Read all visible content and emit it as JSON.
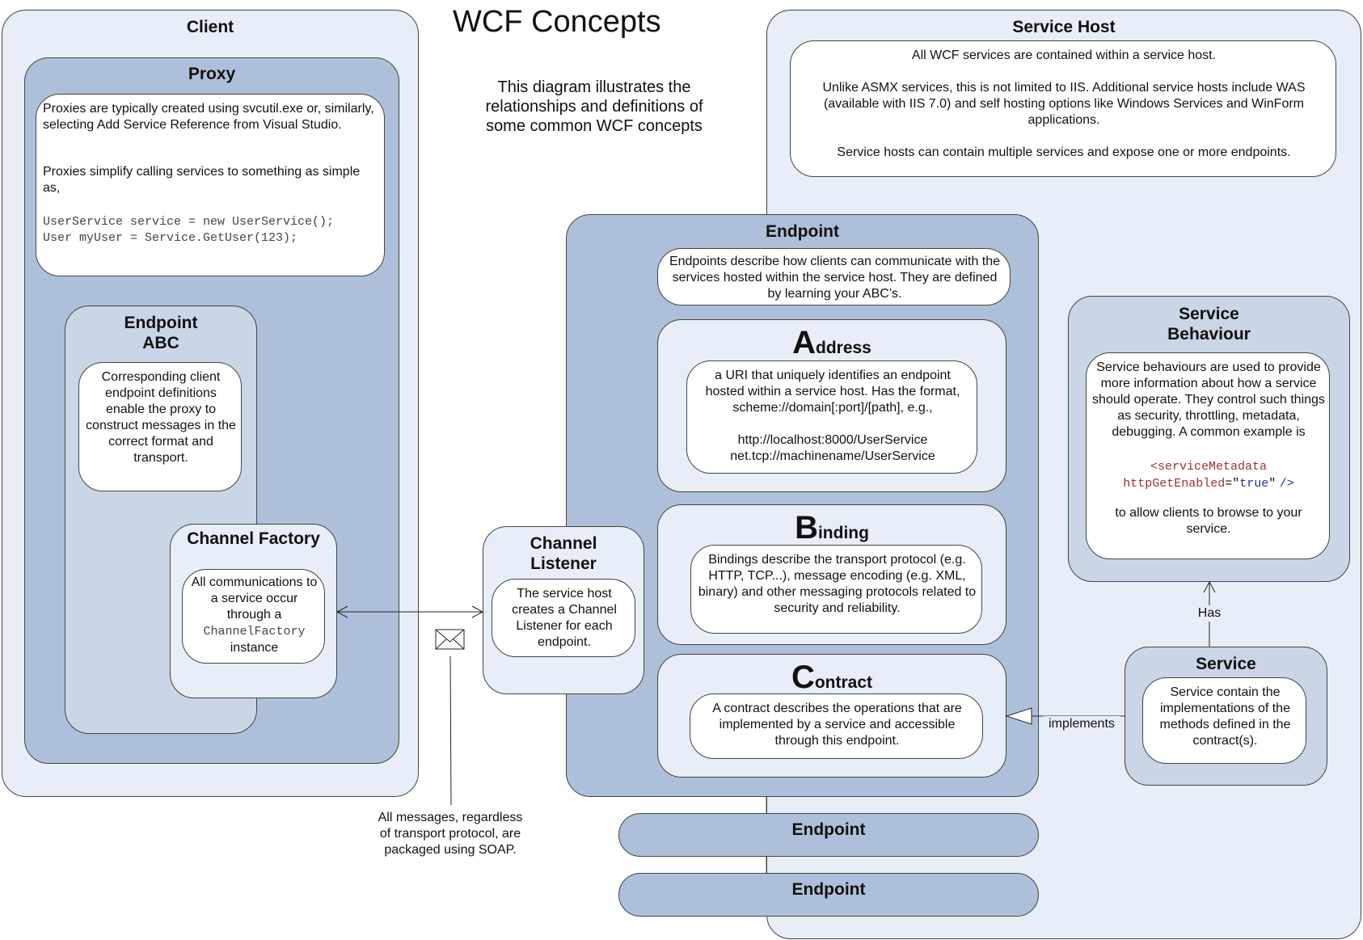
{
  "title": "WCF Concepts",
  "intro": "This diagram illustrates the relationships and definitions of some common WCF concepts",
  "client": {
    "title": "Client",
    "proxy": {
      "title": "Proxy",
      "text1": "Proxies are typically created using svcutil.exe or, similarly, selecting Add Service Reference from Visual Studio.",
      "text2": "Proxies simplify calling services to something as simple as,",
      "code1": "UserService service = new UserService();",
      "code2": "User myUser = Service.GetUser(123);"
    },
    "endpoint_abc": {
      "title_line1": "Endpoint",
      "title_line2": "ABC",
      "text": "Corresponding client endpoint definitions enable the proxy to construct messages in the correct format and transport."
    },
    "channel_factory": {
      "title": "Channel Factory",
      "text_before": "All communications to a service occur through a",
      "code": "ChannelFactory",
      "text_after": "instance"
    }
  },
  "channel_listener": {
    "title_line1": "Channel",
    "title_line2": "Listener",
    "text": "The service host creates a Channel Listener for each endpoint."
  },
  "soap_note": "All messages, regardless of transport protocol, are packaged using SOAP.",
  "service_host": {
    "title": "Service Host",
    "text1": "All WCF services are contained within a service host.",
    "text2": "Unlike ASMX services, this is not limited to IIS. Additional service hosts include WAS (available with IIS 7.0) and self hosting options like Windows Services and WinForm applications.",
    "text3": "Service hosts can contain multiple services and expose one or more endpoints."
  },
  "endpoint": {
    "title": "Endpoint",
    "text": "Endpoints describe how clients can communicate with the services hosted within the service host. They are defined by learning your ABC’s.",
    "address": {
      "initial": "A",
      "rest": "ddress",
      "text": "a URI that uniquely identifies an endpoint hosted within a service host. Has the format, scheme://domain[:port]/[path], e.g.,",
      "example1": "http://localhost:8000/UserService",
      "example2": "net.tcp://machinename/UserService"
    },
    "binding": {
      "initial": "B",
      "rest": "inding",
      "text": "Bindings describe the transport protocol (e.g. HTTP, TCP...), message encoding (e.g. XML, binary) and other messaging protocols related to security and reliability."
    },
    "contract": {
      "initial": "C",
      "rest": "ontract",
      "text": "A contract describes the operations that are implemented by a service and accessible through this endpoint."
    }
  },
  "extra_endpoints": [
    "Endpoint",
    "Endpoint"
  ],
  "service_behaviour": {
    "title_line1": "Service",
    "title_line2": "Behaviour",
    "text1": "Service behaviours are used to provide more information about how a service should operate. They control such things as security, throttling, metadata, debugging. A common example is",
    "xml_tag": "<serviceMetadata",
    "xml_attr": "httpGetEnabled",
    "xml_eq": "=\"",
    "xml_val": "true",
    "xml_end_q": "\"",
    "xml_close": "/>",
    "text2": "to allow clients to browse to your service."
  },
  "has_label": "Has",
  "service": {
    "title": "Service",
    "text": "Service contain the implementations of the methods defined in the contract(s)."
  },
  "implements_label": "implements"
}
